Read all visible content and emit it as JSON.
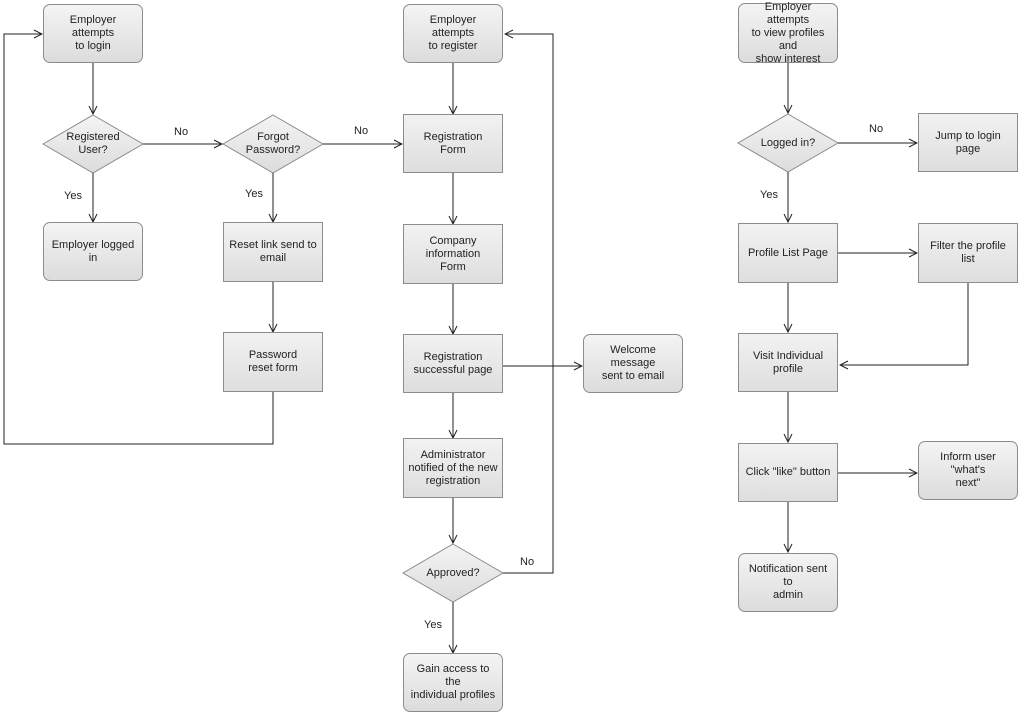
{
  "nodes": {
    "emp_login": "Employer attempts\nto login",
    "registered": "Registered\nUser?",
    "forgot": "Forgot\nPassword?",
    "logged_in": "Employer logged in",
    "reset_link": "Reset link send to\nemail",
    "pw_reset": "Password\nreset form",
    "emp_register": "Employer attempts\nto register",
    "reg_form": "Registration\nForm",
    "company_form": "Company\ninformation\nForm",
    "reg_success": "Registration\nsuccessful page",
    "welcome": "Welcome message\nsent to email",
    "admin_notified": "Administrator\nnotified of the new\nregistration",
    "approved": "Approved?",
    "gain_access": "Gain access to the\nindividual profiles",
    "emp_view": "Employer attempts\nto view profiles and\nshow interest",
    "logged_in_q": "Logged in?",
    "jump_login": "Jump to login page",
    "profile_list": "Profile List Page",
    "filter": "Filter the profile list",
    "visit": "Visit Individual\nprofile",
    "like": "Click \"like\" button",
    "inform": "Inform user \"what's\nnext\"",
    "notify_admin": "Notification sent to\nadmin"
  },
  "labels": {
    "no_registered": "No",
    "yes_registered": "Yes",
    "no_forgot": "No",
    "yes_forgot": "Yes",
    "no_approved": "No",
    "yes_approved": "Yes",
    "no_logged": "No",
    "yes_logged": "Yes"
  },
  "colors": {
    "line": "#222222",
    "border": "#8c8c8c",
    "fill_top": "#f4f4f4",
    "fill_bottom": "#dcdcdc"
  }
}
